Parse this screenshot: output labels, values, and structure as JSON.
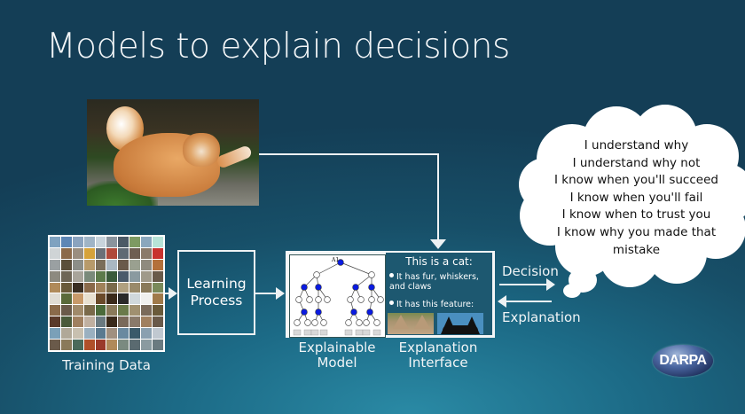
{
  "title": "Models to explain decisions",
  "input_image": {
    "subject": "orange-cat-photo"
  },
  "training_data": {
    "label": "Training Data",
    "grid_rows": 10,
    "grid_cols": 10,
    "row_colors": [
      [
        "#7fa2c0",
        "#5d86b5",
        "#8aa3bf",
        "#9fb4c6",
        "#c8d4dc",
        "#8a949d",
        "#4b5a66",
        "#7d9a62",
        "#8aa7bd",
        "#b7e3d7"
      ],
      [
        "#cfd4d6",
        "#8b6a4a",
        "#9a8e80",
        "#d6a23a",
        "#6b7077",
        "#b04a3a",
        "#5f6a74",
        "#6e5e52",
        "#8a7a6a",
        "#c8322e"
      ],
      [
        "#9aa0a2",
        "#5a4e3a",
        "#8c8e88",
        "#b79a6a",
        "#7a6e5a",
        "#a9b7c2",
        "#6a5a4a",
        "#9aa090",
        "#8f8a7e",
        "#b4703a"
      ],
      [
        "#8d8a80",
        "#6e6656",
        "#a8a49a",
        "#7a8a7a",
        "#5c7a4a",
        "#3a5a3a",
        "#4a5a6a",
        "#8a9aa0",
        "#a09a8a",
        "#6a5a4a"
      ],
      [
        "#b08a5a",
        "#6a5a3a",
        "#3a2e22",
        "#8a6a4a",
        "#a0825a",
        "#7a6a4a",
        "#b0a080",
        "#9a8a6a",
        "#8a7a5a",
        "#7a8a5a"
      ],
      [
        "#e0dcd4",
        "#5a6a3a",
        "#c89a6a",
        "#e8e0d0",
        "#6a4a2a",
        "#3a2a1a",
        "#2a2a2a",
        "#d0d8dc",
        "#f0f0ee",
        "#a07a4a"
      ],
      [
        "#8a6a4a",
        "#6a5a4a",
        "#a08a6a",
        "#7a6a4a",
        "#4a6a3a",
        "#8a7a5a",
        "#6a7a4a",
        "#a09070",
        "#7a6a5a",
        "#6a5a3a"
      ],
      [
        "#5a3a2a",
        "#4a5a3a",
        "#a08060",
        "#c0b0a0",
        "#6a7a80",
        "#3a2a1a",
        "#7a6a5a",
        "#8a7a6a",
        "#a08060",
        "#6a5a4a"
      ],
      [
        "#7aa0b8",
        "#b0a898",
        "#c8c0b0",
        "#9ab0c0",
        "#5a7a90",
        "#a09080",
        "#6a8aa0",
        "#3a5a6a",
        "#8aa0b0",
        "#c0c8d0"
      ],
      [
        "#6a5a4a",
        "#8a7a5a",
        "#4a6a5a",
        "#b0502a",
        "#9a3a2a",
        "#b08a5a",
        "#7a8a80",
        "#5a6a70",
        "#8a9aa0",
        "#6a7a80"
      ]
    ]
  },
  "learning_process": {
    "label_line1": "Learning",
    "label_line2": "Process"
  },
  "explainable_model": {
    "label_line1": "Explainable",
    "label_line2": "Model",
    "root_node_label": "A1"
  },
  "explanation_interface": {
    "label_line1": "Explanation",
    "label_line2": "Interface",
    "heading": "This is a cat:",
    "bullets": [
      "It has fur, whiskers, and claws",
      "It has this feature:"
    ]
  },
  "arrows": {
    "decision": "Decision",
    "explanation": "Explanation"
  },
  "thought_bubble": {
    "lines": [
      "I understand why",
      "I understand why not",
      "I know when you'll succeed",
      "I know when you'll fail",
      "I know when to trust you",
      "I know why you made that mistake"
    ]
  },
  "logo": {
    "text": "DARPA"
  }
}
